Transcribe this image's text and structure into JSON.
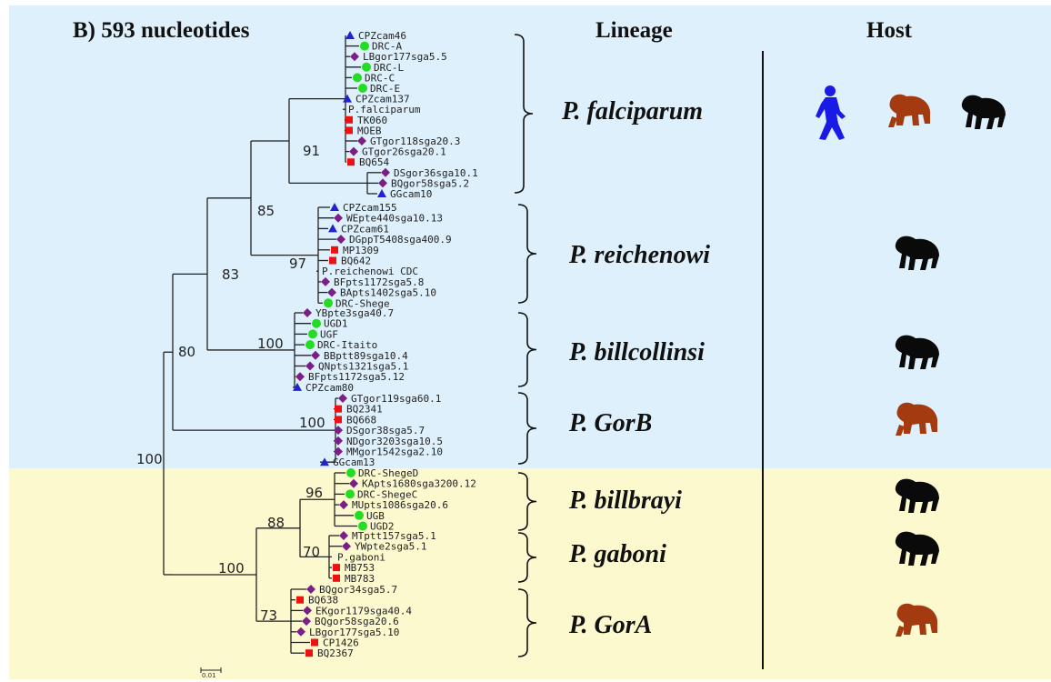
{
  "title": "B)  593 nucleotides",
  "column_headers": {
    "lineage": "Lineage",
    "host": "Host"
  },
  "colors": {
    "human": "#1a1ae6",
    "western_gorilla": "#a33a10",
    "chimpanzee_bonobo": "#0a0a0a",
    "triangle": "#2323cc",
    "circle": "#22dd22",
    "diamond": "#7a1f86",
    "square": "#ee1111",
    "upper_band": "#ddf0fc",
    "lower_band": "#fdf9cf"
  },
  "scale_bar": {
    "label": "0.01"
  },
  "clades": [
    {
      "name": "P. falciparum",
      "hosts": [
        "human-icon",
        "gorilla-icon-brown",
        "chimpanzee-icon-black"
      ]
    },
    {
      "name": "P. reichenowi",
      "hosts": [
        "chimpanzee-icon-black"
      ]
    },
    {
      "name": "P. billcollinsi",
      "hosts": [
        "chimpanzee-icon-black"
      ]
    },
    {
      "name": "P. GorB",
      "hosts": [
        "gorilla-icon-brown"
      ]
    },
    {
      "name": "P. billbrayi",
      "hosts": [
        "chimpanzee-icon-black"
      ]
    },
    {
      "name": "P. gaboni",
      "hosts": [
        "chimpanzee-icon-black"
      ]
    },
    {
      "name": "P. GorA",
      "hosts": [
        "gorilla-icon-brown"
      ]
    }
  ],
  "bootstrap": [
    "100",
    "80",
    "83",
    "85",
    "91",
    "97",
    "100",
    "100",
    "100",
    "88",
    "96",
    "70",
    "73"
  ],
  "taxa": [
    {
      "label": "CPZcam46",
      "marker": "triangle"
    },
    {
      "label": "DRC-A",
      "marker": "circle"
    },
    {
      "label": "LBgor177sga5.5",
      "marker": "diamond"
    },
    {
      "label": "DRC-L",
      "marker": "circle"
    },
    {
      "label": "DRC-C",
      "marker": "circle"
    },
    {
      "label": "DRC-E",
      "marker": "circle"
    },
    {
      "label": "CPZcam137",
      "marker": "triangle"
    },
    {
      "label": "P.falciparum",
      "marker": "none"
    },
    {
      "label": "TK060",
      "marker": "square"
    },
    {
      "label": "MOEB",
      "marker": "square"
    },
    {
      "label": "GTgor118sga20.3",
      "marker": "diamond"
    },
    {
      "label": "GTgor26sga20.1",
      "marker": "diamond"
    },
    {
      "label": "BQ654",
      "marker": "square"
    },
    {
      "label": "DSgor36sga10.1",
      "marker": "diamond"
    },
    {
      "label": "BQgor58sga5.2",
      "marker": "diamond"
    },
    {
      "label": "GGcam10",
      "marker": "triangle"
    },
    {
      "label": "CPZcam155",
      "marker": "triangle"
    },
    {
      "label": "WEpte440sga10.13",
      "marker": "diamond"
    },
    {
      "label": "CPZcam61",
      "marker": "triangle"
    },
    {
      "label": "DGppT5408sga400.9",
      "marker": "diamond"
    },
    {
      "label": "MP1309",
      "marker": "square"
    },
    {
      "label": "BQ642",
      "marker": "square"
    },
    {
      "label": "P.reichenowi CDC",
      "marker": "none"
    },
    {
      "label": "BFpts1172sga5.8",
      "marker": "diamond"
    },
    {
      "label": "BApts1402sga5.10",
      "marker": "diamond"
    },
    {
      "label": "DRC-Shege",
      "marker": "circle"
    },
    {
      "label": "YBpte3sga40.7",
      "marker": "diamond"
    },
    {
      "label": "UGD1",
      "marker": "circle"
    },
    {
      "label": "UGF",
      "marker": "circle"
    },
    {
      "label": "DRC-Itaito",
      "marker": "circle"
    },
    {
      "label": "BBptt89sga10.4",
      "marker": "diamond"
    },
    {
      "label": "QNpts1321sga5.1",
      "marker": "diamond"
    },
    {
      "label": "BFpts1172sga5.12",
      "marker": "diamond"
    },
    {
      "label": "CPZcam80",
      "marker": "triangle"
    },
    {
      "label": "GTgor119sga60.1",
      "marker": "diamond"
    },
    {
      "label": "BQ2341",
      "marker": "square"
    },
    {
      "label": "BQ668",
      "marker": "square"
    },
    {
      "label": "DSgor38sga5.7",
      "marker": "diamond"
    },
    {
      "label": "NDgor3203sga10.5",
      "marker": "diamond"
    },
    {
      "label": "MMgor1542sga2.10",
      "marker": "diamond"
    },
    {
      "label": "GGcam13",
      "marker": "triangle"
    },
    {
      "label": "DRC-ShegeD",
      "marker": "circle"
    },
    {
      "label": "KApts1680sga3200.12",
      "marker": "diamond"
    },
    {
      "label": "DRC-ShegeC",
      "marker": "circle"
    },
    {
      "label": "MUpts1086sga20.6",
      "marker": "diamond"
    },
    {
      "label": "UGB",
      "marker": "circle"
    },
    {
      "label": "UGD2",
      "marker": "circle"
    },
    {
      "label": "MTptt157sga5.1",
      "marker": "diamond"
    },
    {
      "label": "YWpte2sga5.1",
      "marker": "diamond"
    },
    {
      "label": "P.gaboni",
      "marker": "none"
    },
    {
      "label": "MB753",
      "marker": "square"
    },
    {
      "label": "MB783",
      "marker": "square"
    },
    {
      "label": "BQgor34sga5.7",
      "marker": "diamond"
    },
    {
      "label": "BQ638",
      "marker": "square"
    },
    {
      "label": "EKgor1179sga40.4",
      "marker": "diamond"
    },
    {
      "label": "BQgor58sga20.6",
      "marker": "diamond"
    },
    {
      "label": "LBgor177sga5.10",
      "marker": "diamond"
    },
    {
      "label": "CP1426",
      "marker": "square"
    },
    {
      "label": "BQ2367",
      "marker": "square"
    }
  ]
}
